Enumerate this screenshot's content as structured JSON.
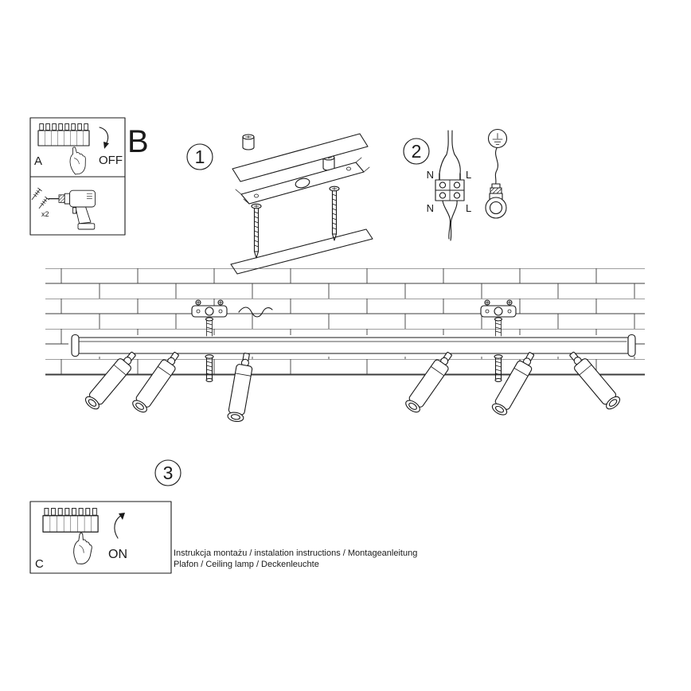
{
  "section_label": "B",
  "steps": {
    "one": "1",
    "two": "2",
    "three": "3"
  },
  "panel_a": {
    "label": "A",
    "state": "OFF",
    "screws": "x2"
  },
  "panel_c": {
    "label": "C",
    "state": "ON"
  },
  "wiring": {
    "n_top": "N",
    "l_top": "L",
    "n_bottom": "N",
    "l_bottom": "L"
  },
  "footer": {
    "line1": "Instrukcja montażu / instalation instructions / Montageanleitung",
    "line2": "Plafon / Ceiling lamp / Deckenleuchte"
  },
  "colors": {
    "ink": "#1a1a1a",
    "brick_line": "#3c3c3c",
    "paper": "#ffffff"
  }
}
